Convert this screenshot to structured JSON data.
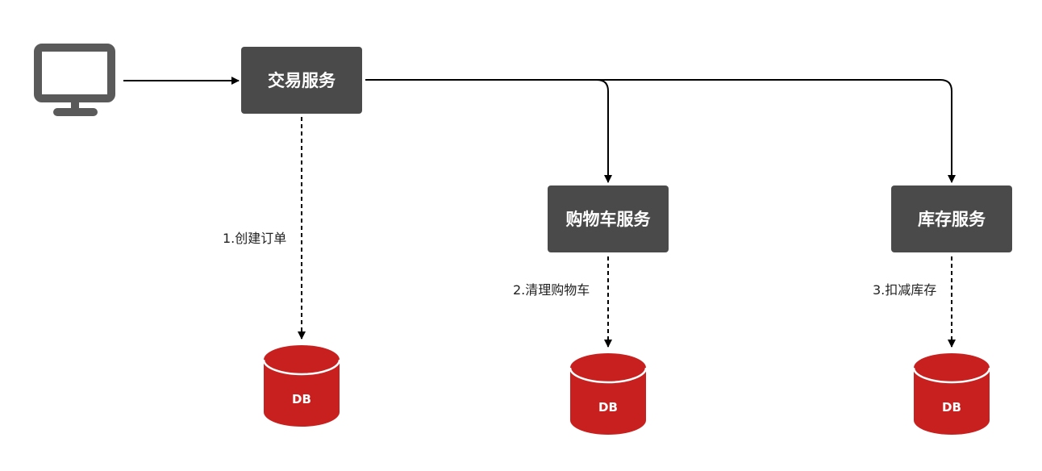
{
  "services": {
    "trade": {
      "label": "交易服务"
    },
    "cart": {
      "label": "购物车服务"
    },
    "inventory": {
      "label": "库存服务"
    }
  },
  "steps": {
    "create_order": "1.创建订单",
    "clear_cart": "2.清理购物车",
    "deduct_inventory": "3.扣减库存"
  },
  "databases": {
    "trade_db": "DB",
    "cart_db": "DB",
    "inventory_db": "DB"
  },
  "icons": {
    "client": "monitor-icon"
  },
  "colors": {
    "service_box": "#4a4a4a",
    "service_text": "#ffffff",
    "database": "#c8201e",
    "database_text": "#ffffff",
    "arrow": "#000000",
    "monitor": "#5a5a5a",
    "step_text": "#222222"
  }
}
